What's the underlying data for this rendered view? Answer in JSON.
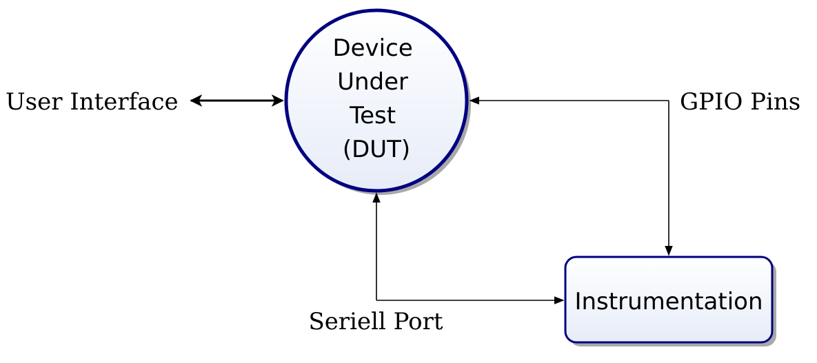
{
  "nodes": {
    "dut": {
      "lines": [
        "Device",
        "Under",
        "Test",
        "(DUT)"
      ]
    },
    "instrumentation": {
      "label": "Instrumentation"
    }
  },
  "labels": {
    "user_interface": "User Interface",
    "gpio_pins": "GPIO Pins",
    "seriell_port": "Seriell Port"
  },
  "colors": {
    "node_border": "#000080",
    "node_fill_top": "#ffffff",
    "node_fill_bottom": "#e6ecf8",
    "shadow": "#a9a9a9",
    "line": "#000000"
  }
}
